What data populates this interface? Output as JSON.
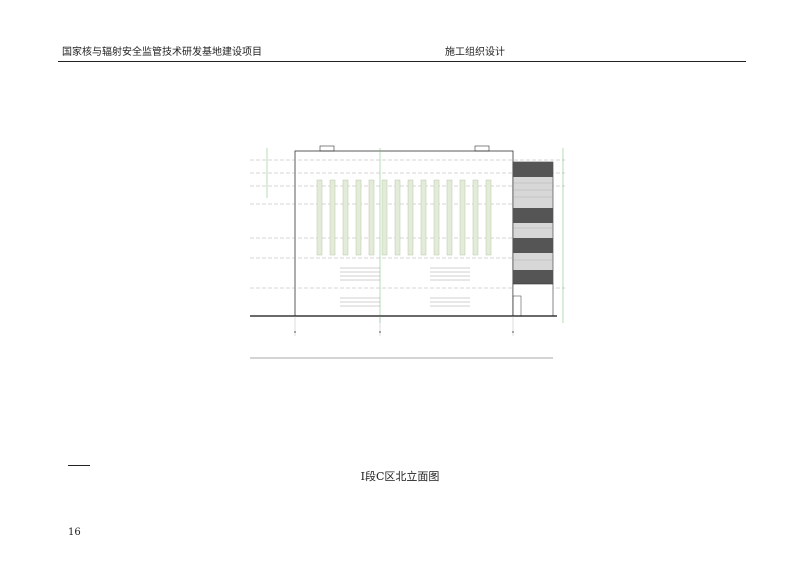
{
  "header": {
    "project_title": "国家核与辐射安全监管技术研发基地建设项目",
    "section_title": "施工组织设计"
  },
  "figure": {
    "caption": "Ⅰ段C区北立面图"
  },
  "footer": {
    "page_number": "16"
  }
}
